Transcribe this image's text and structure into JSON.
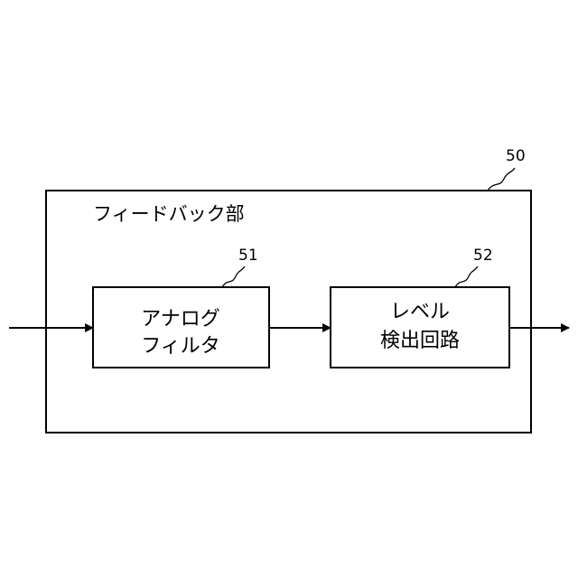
{
  "outer_block": {
    "ref": "50",
    "title": "フィードバック部"
  },
  "blocks": [
    {
      "ref": "51",
      "line1": "アナログ",
      "line2": "フィルタ"
    },
    {
      "ref": "52",
      "line1": "レベル",
      "line2": "検出回路"
    }
  ]
}
